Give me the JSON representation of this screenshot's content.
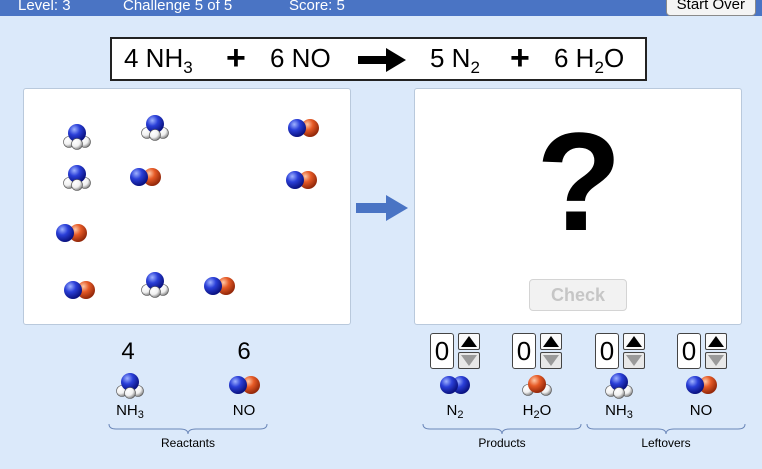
{
  "header": {
    "level": "Level: 3",
    "challenge": "Challenge 5 of 5",
    "score": "Score: 5",
    "start_over": "Start Over"
  },
  "equation": {
    "r1_coef": "4 NH",
    "r1_sub": "3",
    "r2": "6 NO",
    "p1_coef": "5 N",
    "p1_sub": "2",
    "p2_coef": "6 H",
    "p2_sub": "2",
    "p2_tail": "O"
  },
  "result": {
    "question": "?",
    "check_label": "Check"
  },
  "reactants": {
    "group_label": "Reactants",
    "items": [
      {
        "count": "4",
        "name": "NH",
        "sub": "3"
      },
      {
        "count": "6",
        "name": "NO",
        "sub": ""
      }
    ]
  },
  "products": {
    "group_label": "Products",
    "items": [
      {
        "value": "0",
        "name": "N",
        "sub": "2",
        "tail": ""
      },
      {
        "value": "0",
        "name": "H",
        "sub": "2",
        "tail": "O"
      }
    ]
  },
  "leftovers": {
    "group_label": "Leftovers",
    "items": [
      {
        "value": "0",
        "name": "NH",
        "sub": "3"
      },
      {
        "value": "0",
        "name": "NO",
        "sub": ""
      }
    ]
  },
  "colors": {
    "nitrogen": "#2a3fd8",
    "oxygen": "#e65a26",
    "hydrogen": "#ffffff",
    "topbar": "#4a74c4",
    "background": "#dbe9fa"
  }
}
